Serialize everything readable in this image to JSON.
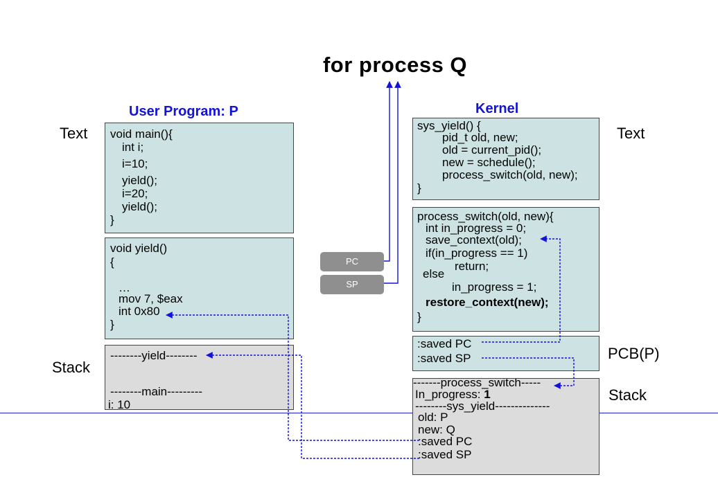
{
  "title": "for process Q",
  "headings": {
    "user_program": "User Program: P",
    "kernel": "Kernel"
  },
  "side_labels": {
    "text_left": "Text",
    "stack_left": "Stack",
    "text_right": "Text",
    "pcb": "PCB(P)",
    "stack_right": "Stack"
  },
  "registers": {
    "pc": "PC",
    "sp": "SP"
  },
  "user_main": [
    "void main(){",
    "int i;",
    "i=10;",
    "yield();",
    "i=20;",
    "yield();",
    "}"
  ],
  "user_yield": [
    "void yield()",
    "{",
    "…",
    "mov 7, $eax",
    "int 0x80",
    "}"
  ],
  "user_stack": [
    "--------yield--------",
    "--------main---------",
    "i: 10"
  ],
  "kernel_sys_yield": [
    "sys_yield() {",
    "pid_t old, new;",
    "old = current_pid();",
    "new = schedule();",
    "process_switch(old, new);",
    "}"
  ],
  "kernel_process_switch": [
    "process_switch(old, new){",
    "int in_progress = 0;",
    "save_context(old);",
    "if(in_progress == 1)",
    "return;",
    "else",
    "in_progress = 1;",
    "restore_context(new);",
    "}"
  ],
  "pcb": [
    ":saved PC",
    ":saved SP"
  ],
  "kernel_stack": [
    "-------process_switch-----",
    "In_progress: ",
    "1",
    "--------sys_yield--------------",
    "old: P",
    "new: Q",
    ":saved PC",
    ":saved SP"
  ],
  "colors": {
    "heading": "#1212d8",
    "arrow": "#1212d8",
    "box_fill": "#cde3e3",
    "stack_fill": "#dcdcdc",
    "register": "#8f8f8f"
  }
}
